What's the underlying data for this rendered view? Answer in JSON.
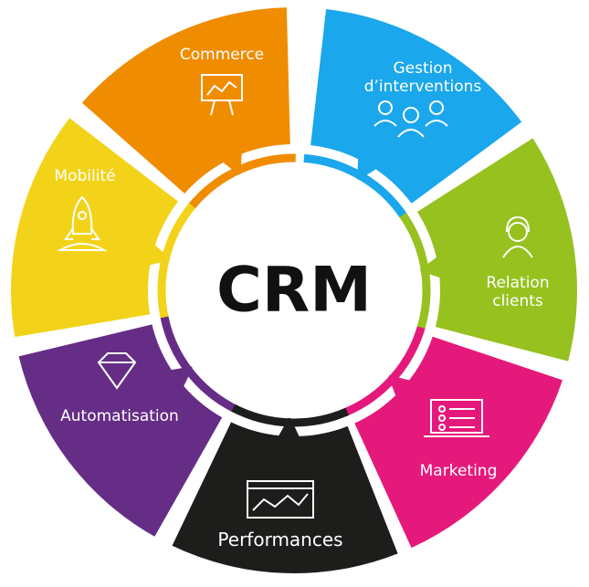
{
  "center": {
    "title": "CRM"
  },
  "segments": [
    {
      "label": "Commerce",
      "color": "#F08C00",
      "icon": "presentation-chart-icon"
    },
    {
      "label": "Gestion d’interventions",
      "color": "#1AA7EC",
      "icon": "team-icon"
    },
    {
      "label": "Relation clients",
      "color": "#96C11F",
      "icon": "headset-agent-icon"
    },
    {
      "label": "Marketing",
      "color": "#E5197B",
      "icon": "laptop-checklist-icon"
    },
    {
      "label": "Performances",
      "color": "#1D1D1B",
      "icon": "browser-chart-icon"
    },
    {
      "label": "Automatisation",
      "color": "#662D87",
      "icon": "diamond-icon"
    },
    {
      "label": "Mobilité",
      "color": "#F3D31A",
      "icon": "rocket-icon"
    }
  ]
}
